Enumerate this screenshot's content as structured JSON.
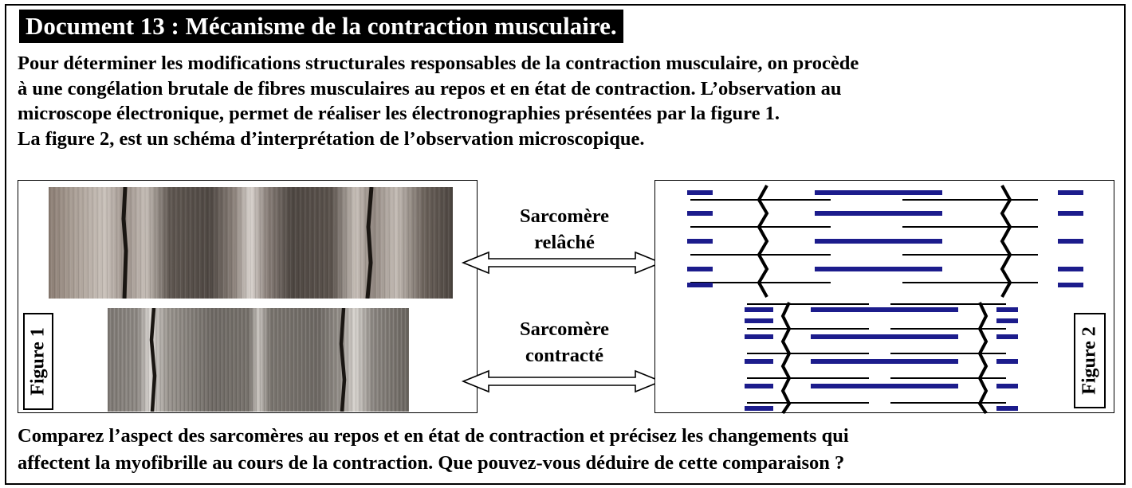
{
  "document": {
    "title": "Document 13 : Mécanisme de la contraction musculaire.",
    "intro_lines": [
      "Pour déterminer les modifications structurales responsables de la contraction musculaire, on procède",
      "à une congélation brutale de fibres musculaires au repos et en état de contraction. L’observation au",
      "microscope électronique, permet de réaliser les électronographies présentées par la figure 1.",
      "La figure 2, est un schéma d’interprétation de l’observation microscopique."
    ],
    "question_lines": [
      "Comparez l’aspect des sarcomères au repos et en état de contraction et précisez les changements qui",
      "affectent la myofibrille au cours de la contraction. Que pouvez-vous déduire de cette comparaison ?"
    ]
  },
  "figures": {
    "figure1_label": "Figure 1",
    "figure2_label": "Figure 2",
    "relaxed_line1": "Sarcomère",
    "relaxed_line2": "relâché",
    "contracted_line1": "Sarcomère",
    "contracted_line2": "contracté"
  },
  "colors": {
    "thick_filament": "#1c1c8c",
    "thin_filament": "#000000",
    "title_background": "#000000",
    "title_text": "#ffffff"
  }
}
